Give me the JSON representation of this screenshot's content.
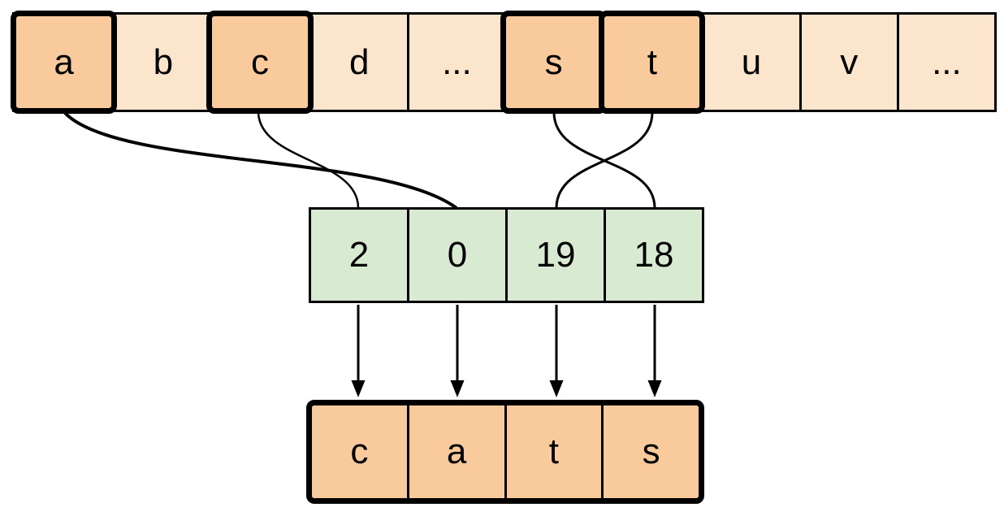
{
  "alphabet_row": {
    "cells": [
      {
        "label": "a",
        "highlighted": true
      },
      {
        "label": "b",
        "highlighted": false
      },
      {
        "label": "c",
        "highlighted": true
      },
      {
        "label": "d",
        "highlighted": false
      },
      {
        "label": "...",
        "highlighted": false
      },
      {
        "label": "s",
        "highlighted": true
      },
      {
        "label": "t",
        "highlighted": true
      },
      {
        "label": "u",
        "highlighted": false
      },
      {
        "label": "v",
        "highlighted": false
      },
      {
        "label": "...",
        "highlighted": false
      }
    ]
  },
  "index_row": {
    "cells": [
      {
        "value": "2"
      },
      {
        "value": "0"
      },
      {
        "value": "19"
      },
      {
        "value": "18"
      }
    ]
  },
  "output_row": {
    "cells": [
      {
        "label": "c"
      },
      {
        "label": "a"
      },
      {
        "label": "t"
      },
      {
        "label": "s"
      }
    ]
  },
  "connections": [
    {
      "from_letter": "a",
      "to_index_value": "0"
    },
    {
      "from_letter": "c",
      "to_index_value": "2"
    },
    {
      "from_letter": "s",
      "to_index_value": "18"
    },
    {
      "from_letter": "t",
      "to_index_value": "19"
    }
  ],
  "colors": {
    "highlight_fill": "#f9cb9c",
    "light_fill": "#fce5cd",
    "index_fill": "#d9ead3",
    "line": "#000000",
    "background": "#ffffff"
  }
}
